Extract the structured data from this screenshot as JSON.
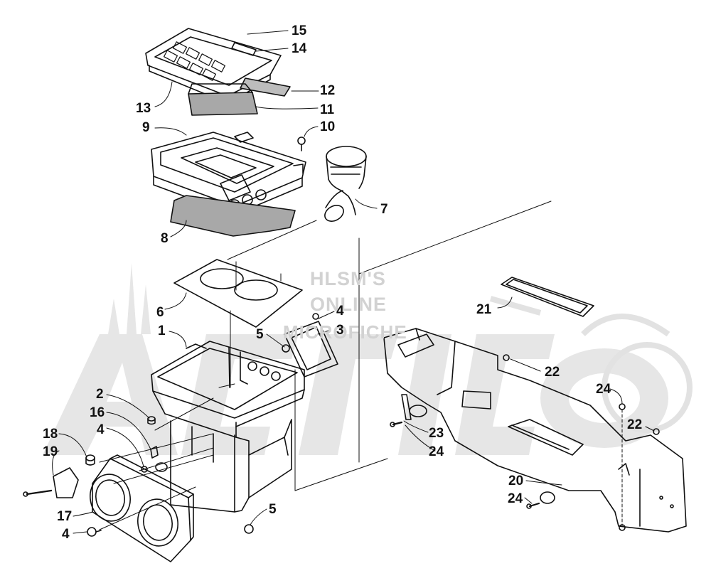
{
  "watermark": {
    "line1": "HLSM'S",
    "line2": "ONLINE",
    "line3": "MICROFICHE",
    "brand": "ArcticCat"
  },
  "colors": {
    "ink": "#111111",
    "watermark": "#d2d2d2",
    "foam": "#9a9a9a"
  },
  "callouts": [
    {
      "id": "c15",
      "label": "15"
    },
    {
      "id": "c14",
      "label": "14"
    },
    {
      "id": "c12",
      "label": "12"
    },
    {
      "id": "c13",
      "label": "13"
    },
    {
      "id": "c11",
      "label": "11"
    },
    {
      "id": "c9",
      "label": "9"
    },
    {
      "id": "c10",
      "label": "10"
    },
    {
      "id": "c7",
      "label": "7"
    },
    {
      "id": "c8",
      "label": "8"
    },
    {
      "id": "c6",
      "label": "6"
    },
    {
      "id": "c4a",
      "label": "4"
    },
    {
      "id": "c3",
      "label": "3"
    },
    {
      "id": "c5a",
      "label": "5"
    },
    {
      "id": "c1",
      "label": "1"
    },
    {
      "id": "c21",
      "label": "21"
    },
    {
      "id": "c22a",
      "label": "22"
    },
    {
      "id": "c2",
      "label": "2"
    },
    {
      "id": "c16",
      "label": "16"
    },
    {
      "id": "c4b",
      "label": "4"
    },
    {
      "id": "c18",
      "label": "18"
    },
    {
      "id": "c19",
      "label": "19"
    },
    {
      "id": "c17",
      "label": "17"
    },
    {
      "id": "c4c",
      "label": "4"
    },
    {
      "id": "c5b",
      "label": "5"
    },
    {
      "id": "c23",
      "label": "23"
    },
    {
      "id": "c24a",
      "label": "24"
    },
    {
      "id": "c24b",
      "label": "24"
    },
    {
      "id": "c22b",
      "label": "22"
    },
    {
      "id": "c20",
      "label": "20"
    },
    {
      "id": "c24c",
      "label": "24"
    }
  ]
}
